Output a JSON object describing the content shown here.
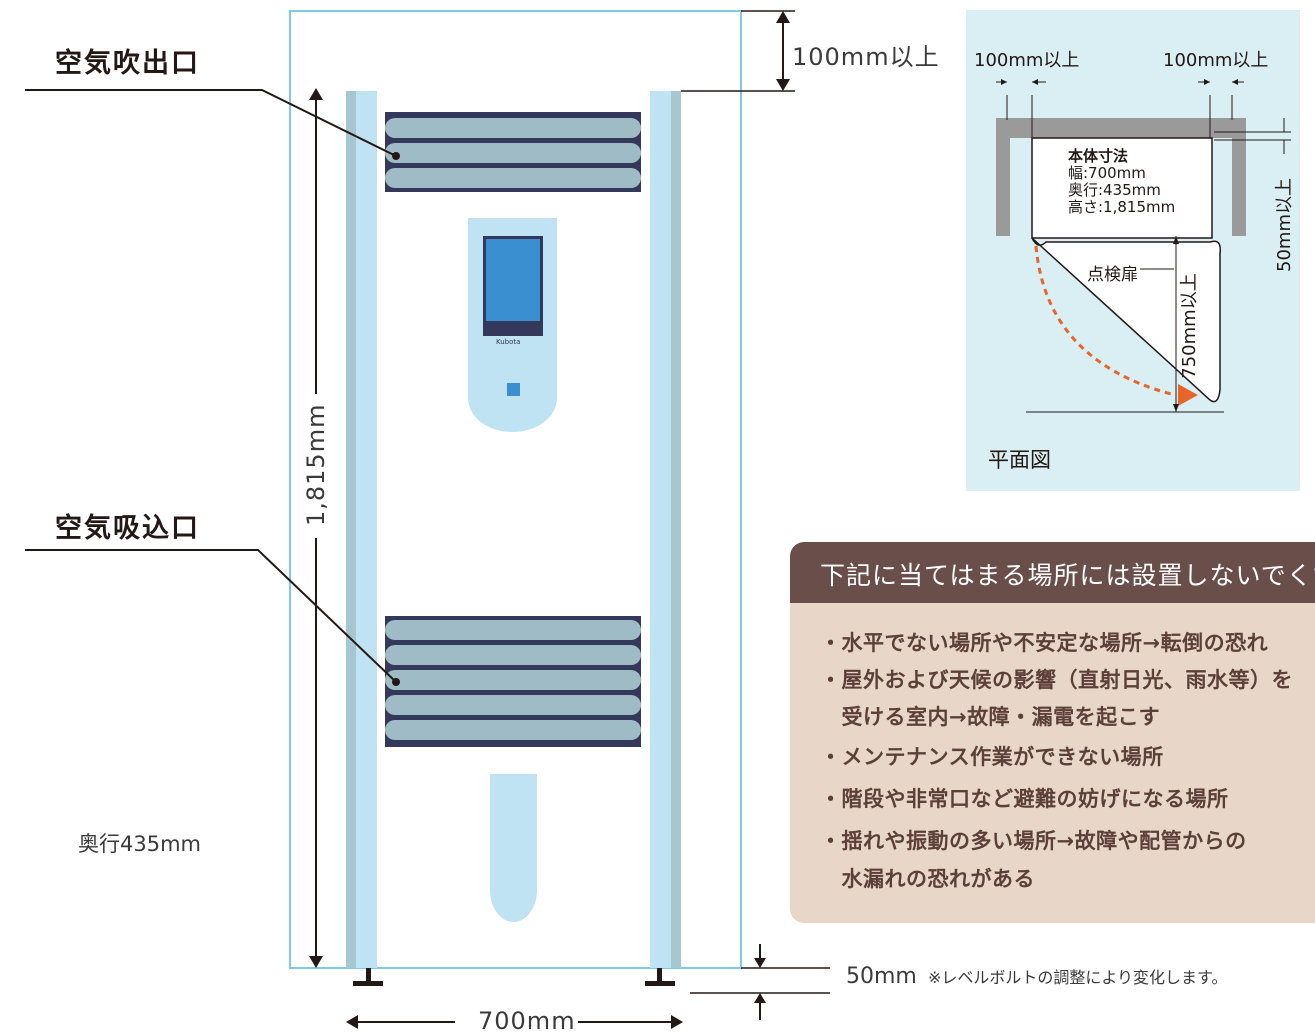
{
  "labels": {
    "outlet": "空気吹出口",
    "inlet": "空気吸込口",
    "top_clearance": "100mm以上",
    "height": "1,815mm",
    "depth": "奥行435mm",
    "width": "700mm",
    "bottom_clearance": "50mm",
    "bottom_note": "※レベルボルトの調整により変化します。",
    "brand": "Kubota"
  },
  "plan": {
    "left_clearance": "100mm以上",
    "right_clearance": "100mm以上",
    "back_clearance": "50mm以上",
    "door_clearance": "750mm以上",
    "door_label": "点検扉",
    "title": "平面図",
    "spec_title": "本体寸法",
    "spec_width": "幅:700mm",
    "spec_depth": "奥行:435mm",
    "spec_height": "高さ:1,815mm"
  },
  "caution": {
    "title": "下記に当てはまる場所には設置しないでください",
    "items": [
      "・水平でない場所や不安定な場所→転倒の恐れ",
      "・屋外および天候の影響（直射日光、雨水等）を",
      "　受ける室内→故障・漏電を起こす",
      "・メンテナンス作業ができない場所",
      "・階段や非常口など避難の妨げになる場所",
      "・揺れや振動の多い場所→故障や配管からの",
      "　水漏れの恐れがある"
    ]
  },
  "colors": {
    "panel_bg": "#d9eff3",
    "unit_light_blue": "#bfe3f2",
    "louver_dark": "#34385a",
    "louver_slat": "#9fbcc6",
    "screen_blue": "#3a8fd0",
    "door_arrow": "#e8642a",
    "caution_head": "#6a4e49",
    "caution_body": "#e8d6c9"
  }
}
